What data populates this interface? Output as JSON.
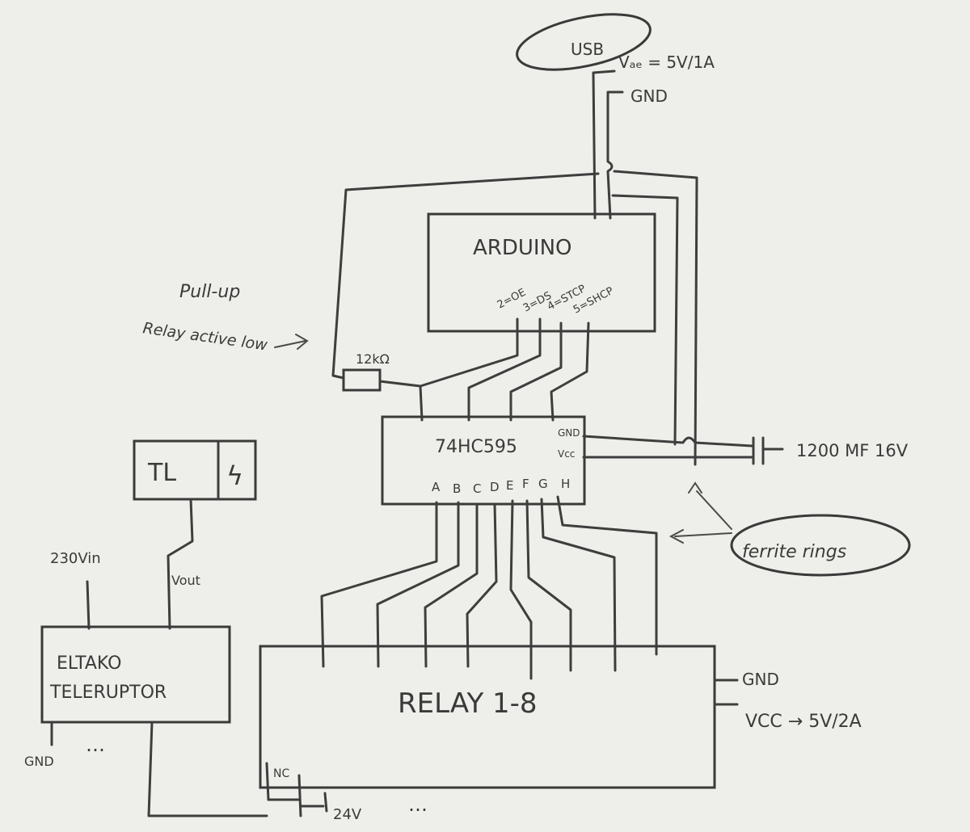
{
  "usb": {
    "label": "USB",
    "vcc": "Vₐₑ = 5V/1A",
    "gnd": "GND"
  },
  "arduino": {
    "label": "ARDUINO",
    "pins": [
      "2=OE",
      "3=DS",
      "4=STCP",
      "5=SHCP"
    ]
  },
  "pullup": {
    "title": "Pull-up",
    "note": "Relay active low",
    "resistor": "12kΩ"
  },
  "shift_register": {
    "label": "74HC595",
    "gnd": "GND",
    "vcc": "Vcc",
    "outputs": [
      "A",
      "B",
      "C",
      "D",
      "E",
      "F",
      "G",
      "H"
    ]
  },
  "capacitor": {
    "label": "1200 MF 16V"
  },
  "ferrite": {
    "label": "ferrite rings"
  },
  "tl": {
    "label": "TL",
    "symbol": "ϟ"
  },
  "mains": {
    "label": "230Vin",
    "vout": "Vout"
  },
  "teleruptor": {
    "line1": "ELTAKO",
    "line2": "TELERUPTOR",
    "gnd": "GND",
    "more": "…"
  },
  "relay": {
    "label": "RELAY 1-8",
    "gnd": "GND",
    "vcc": "VCC → 5V/2A",
    "nc": "NC",
    "supply": "24V",
    "more": "…"
  }
}
